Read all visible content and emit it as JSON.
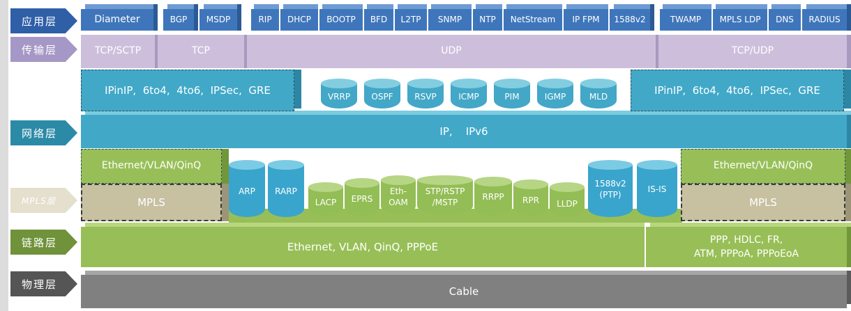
{
  "layers": {
    "application": {
      "label": "应用层",
      "color": "#2f5fa7"
    },
    "transport": {
      "label": "传输层",
      "color": "#a598c6"
    },
    "network": {
      "label": "网络层",
      "color": "#2b8aa6"
    },
    "mpls": {
      "label": "MPLS层",
      "color": "#e4e0cd"
    },
    "link": {
      "label": "链路层",
      "color": "#6f923a"
    },
    "physical": {
      "label": "物理层",
      "color": "#555555"
    }
  },
  "application_protocols": {
    "tcp_sctp": [
      "Diameter"
    ],
    "tcp": [
      "BGP",
      "MSDP"
    ],
    "udp": [
      "RIP",
      "DHCP",
      "BOOTP",
      "BFD",
      "L2TP",
      "SNMP",
      "NTP",
      "NetStream",
      "IP FPM",
      "1588v2"
    ],
    "tcp_udp": [
      "TWAMP",
      "MPLS LDP",
      "DNS",
      "RADIUS"
    ]
  },
  "transport_protocols": [
    "TCP/SCTP",
    "TCP",
    "UDP",
    "TCP/UDP"
  ],
  "network": {
    "tunnel_left": "IPinIP,  6to4,  4to6,  IPSec,  GRE",
    "tunnel_right": "IPinIP,  6to4,  4to6,  IPSec,  GRE",
    "cylinders": [
      "VRRP",
      "OSPF",
      "RSVP",
      "ICMP",
      "PIM",
      "IGMP",
      "MLD"
    ],
    "base": "IP,    IPv6"
  },
  "mpls_region": {
    "left_upper": "Ethernet/VLAN/QinQ",
    "left_lower": "MPLS",
    "right_upper": "Ethernet/VLAN/QinQ",
    "right_lower": "MPLS",
    "arp_cylinders": [
      "ARP",
      "RARP"
    ],
    "link_cylinders": [
      "LACP",
      "EPRS",
      "Eth-\nOAM",
      "STP/RSTP\n/MSTP",
      "RRPP",
      "RPR",
      "LLDP"
    ],
    "right_cylinders": [
      "1588v2\n(PTP)",
      "IS-IS"
    ]
  },
  "link": {
    "main": "Ethernet,  VLAN,  QinQ,  PPPoE",
    "wan_line1": "PPP,  HDLC,   FR,",
    "wan_line2": "ATM,  PPPoA,  PPPoEoA"
  },
  "physical": {
    "main": "Cable"
  }
}
